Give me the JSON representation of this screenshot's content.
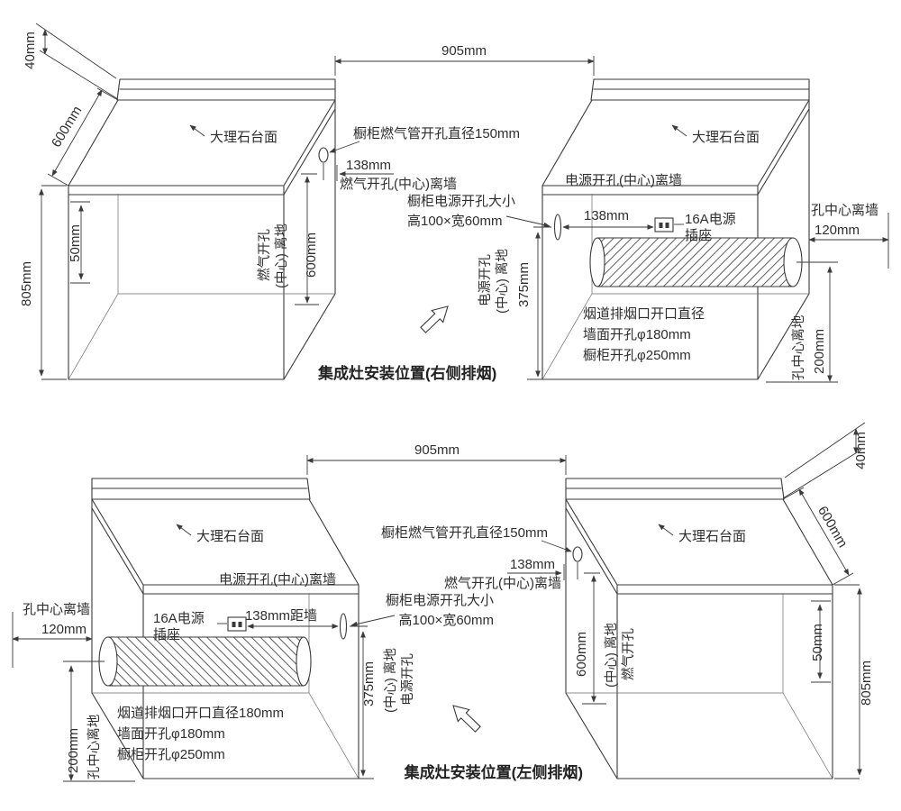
{
  "page": {
    "background": "#ffffff",
    "line_color": "#3a3a3a",
    "text_color": "#2e2e2e"
  },
  "top": {
    "caption": "集成灶安装位置(右侧排烟)",
    "dims": {
      "d40": "40mm",
      "d905": "905mm",
      "d600_depth": "600mm",
      "d50": "50mm",
      "d805": "805mm",
      "gas_138": "138mm",
      "gas_600": "600mm",
      "power_138": "138mm",
      "power_375": "375mm",
      "hole_120": "120mm",
      "hole_200": "200mm"
    },
    "labels": {
      "marble_left": "大理石台面",
      "marble_right": "大理石台面",
      "gas_pipe_hole": "橱柜燃气管开孔直径150mm",
      "gas_wall": "燃气开孔(中心)离墙",
      "gas_v1": "燃气开孔",
      "gas_v2": "(中心) 离地",
      "power_size1": "橱柜电源开孔大小",
      "power_size2": "高100×宽60mm",
      "power_wall": "电源开孔(中心)离墙",
      "socket_1": "16A电源",
      "socket_2": "插座",
      "power_v1": "电源开孔",
      "power_v2": "(中心) 离地",
      "hole_wall": "孔中心离墙",
      "duct_1": "烟道排烟口开口直径",
      "duct_2": "墙面开孔φ180mm",
      "duct_3": "橱柜开孔φ250mm",
      "hole_floor": "孔中心离地"
    }
  },
  "bottom": {
    "caption": "集成灶安装位置(左侧排烟)",
    "dims": {
      "d40": "40mm",
      "d905": "905mm",
      "d600_depth": "600mm",
      "d50": "50mm",
      "d805": "805mm",
      "gas_138": "138mm",
      "gas_600": "600mm",
      "power_138": "138mm距墙",
      "power_375": "375mm",
      "hole_120": "120mm",
      "hole_200": "200mm"
    },
    "labels": {
      "marble_left": "大理石台面",
      "marble_right": "大理石台面",
      "gas_pipe_hole": "橱柜燃气管开孔直径150mm",
      "gas_wall": "燃气开孔(中心)离墙",
      "gas_v1": "燃气开孔",
      "gas_v2": "(中心) 离地",
      "power_size1": "橱柜电源开孔大小",
      "power_size2": "高100×宽60mm",
      "power_wall": "电源开孔(中心)离墙",
      "socket_1": "16A电源",
      "socket_2": "插座",
      "power_v1": "电源开孔",
      "power_v2": "(中心) 离地",
      "hole_wall": "孔中心离墙",
      "duct_1": "烟道排烟口开口直径180mm",
      "duct_2": "墙面开孔φ180mm",
      "duct_3": "橱柜开孔φ250mm",
      "hole_floor": "孔中心离地"
    }
  }
}
